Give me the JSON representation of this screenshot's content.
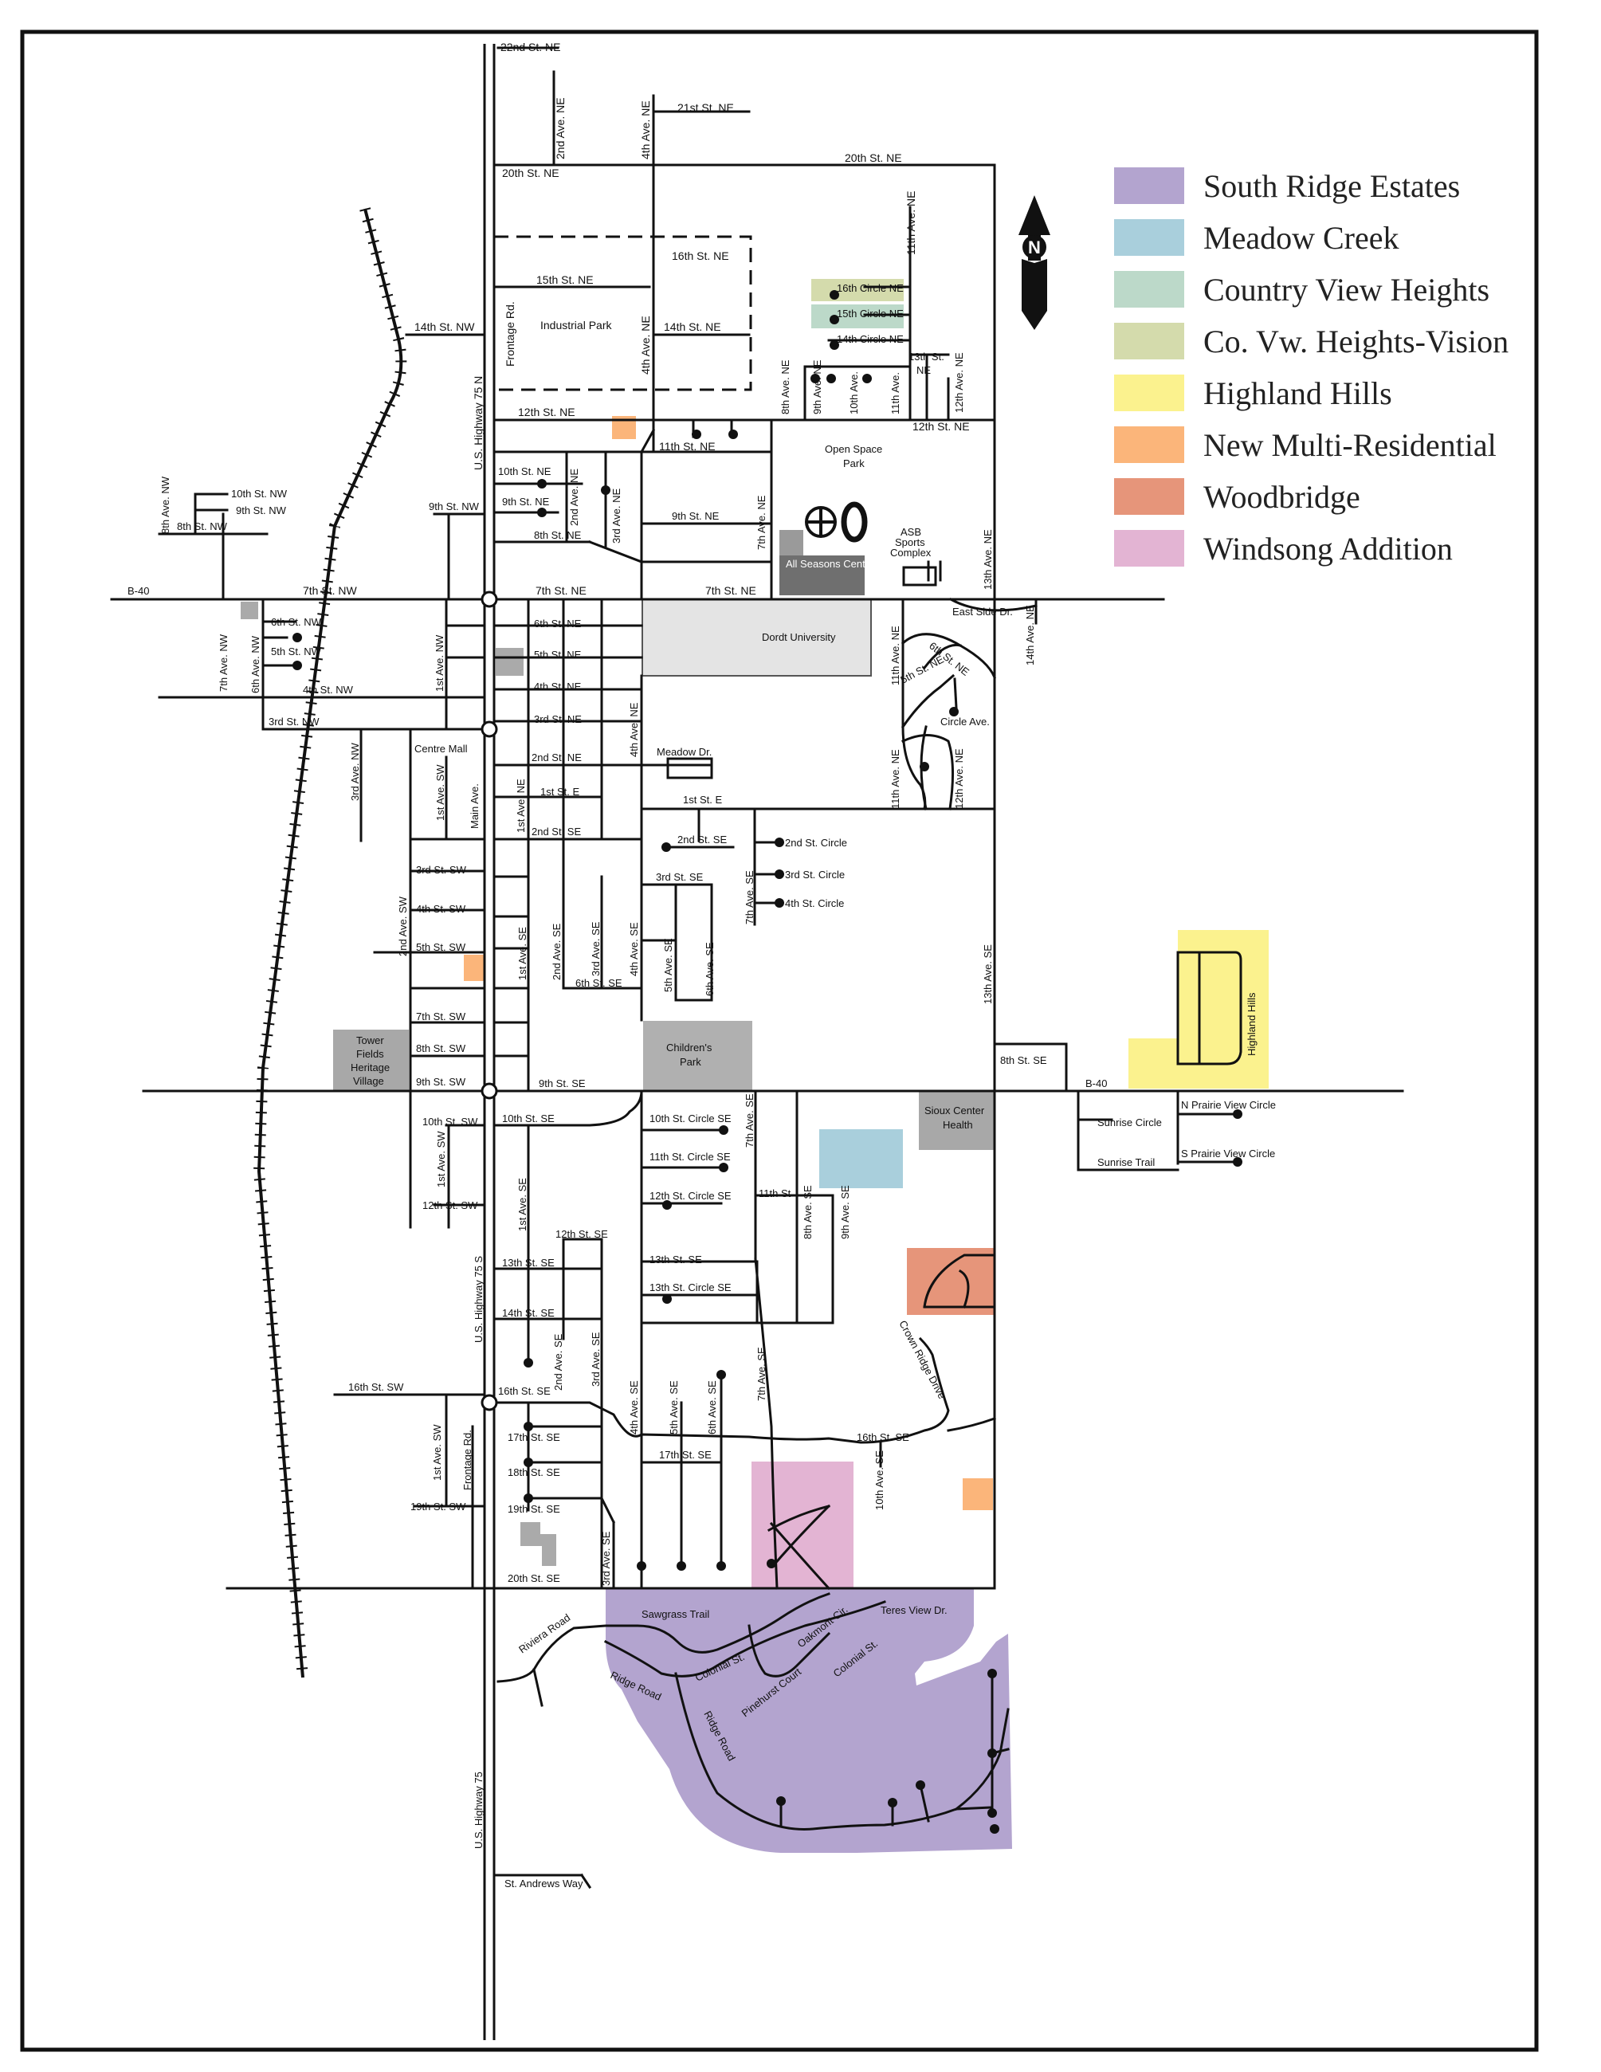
{
  "legend": [
    {
      "label": "South Ridge Estates",
      "color": "#b3a4cf"
    },
    {
      "label": "Meadow Creek",
      "color": "#a9cfdc"
    },
    {
      "label": "Country View Heights",
      "color": "#bcd9c9"
    },
    {
      "label": "Co. Vw. Heights-Vision",
      "color": "#d4dbac"
    },
    {
      "label": "Highland Hills",
      "color": "#fbf28e"
    },
    {
      "label": "New Multi-Residential",
      "color": "#fbb57a"
    },
    {
      "label": "Woodbridge",
      "color": "#e6957a"
    },
    {
      "label": "Windsong Addition",
      "color": "#e3b4d3"
    }
  ],
  "compass": "N",
  "labels": {
    "st22ne": "22nd St. NE",
    "st21ne": "21st St. NE",
    "st20ne": "20th St. NE",
    "st20ne_w": "20th St. NE",
    "ave2ne": "2nd Ave. NE",
    "ave4ne_n": "4th Ave. NE",
    "ave11ne_n": "11th Ave. NE",
    "st16ne": "16th St. NE",
    "st15ne": "15th St. NE",
    "st14nw": "14th St. NW",
    "st14ne": "14th St. NE",
    "frontage_n": "Frontage Rd.",
    "industrial": "Industrial Park",
    "ave4ne_ip": "4th Ave. NE",
    "c16ne": "16th Circle NE",
    "c15ne": "15th Circle NE",
    "c14ne": "14th Circle NE",
    "st13ne": "13th St.",
    "st13ne_b": "NE",
    "ave8ne": "8th Ave. NE",
    "ave9ne": "9th Ave. NE",
    "ave10ne": "10th Ave.",
    "ave11ne": "11th Ave.",
    "ave12ne": "12th Ave. NE",
    "st12ne": "12th St. NE",
    "st12ne_e": "12th St. NE",
    "st11ne": "11th St. NE",
    "hwy75n": "U.S. Highway 75 N",
    "st10nw": "10th St. NW",
    "st9nw": "9th St. NW",
    "st8nw": "8th St. NW",
    "ave8nw": "8th Ave. NW",
    "st9nw_b": "9th St. NW",
    "st10ne": "10th St. NE",
    "st9ne": "9th St. NE",
    "st8ne": "8th St. NE",
    "ave2ne_b": "2nd Ave. NE",
    "ave3ne": "3rd Ave. NE",
    "st9ne_b": "9th St. NE",
    "ave7ne": "7th Ave. NE",
    "openspace1": "Open Space",
    "openspace2": "Park",
    "allseasons": "All Seasons Center",
    "asb1": "ASB",
    "asb2": "Sports",
    "asb3": "Complex",
    "ave13ne": "13th Ave. NE",
    "b40w": "B-40",
    "st7nw": "7th St. NW",
    "st7ne": "7th St. NE",
    "st7ne_b": "7th St. NE",
    "eastside": "East Side Dr.",
    "ave14ne": "14th Ave. NE",
    "st6nw": "6th St. NW",
    "st5nw": "5th St. NW",
    "st4nw": "4th St. NW",
    "st3nw": "3rd St. NW",
    "ave7nw": "7th Ave. NW",
    "ave6nw": "6th Ave. NW",
    "ave1nw": "1st Ave. NW",
    "ave3nw": "3rd Ave. NW",
    "st6ne": "6th St. NE",
    "st5ne": "5th St. NE",
    "st4ne": "4th St. NE",
    "st3ne": "3rd St. NE",
    "st2ne": "2nd St. NE",
    "st1e_w": "1st St. E",
    "st2se_w": "2nd St. SE",
    "dordt": "Dordt University",
    "ave4ne_c": "4th Ave. NE",
    "meadowdr": "Meadow Dr.",
    "st1e": "1st St. E",
    "ave11ne_c": "11th Ave. NE",
    "st6ne_c": "6th St. NE",
    "st5ne_c": "5th St. NE",
    "circleave": "Circle Ave.",
    "ave11ne_s": "11th Ave. NE",
    "ave12ne_s": "12th Ave. NE",
    "centremall": "Centre Mall",
    "ave1sw": "1st Ave. SW",
    "mainave": "Main Ave.",
    "ave1ne": "1st Ave. NE",
    "st2se": "2nd St. SE",
    "c2nd": "2nd St. Circle",
    "c3rd": "3rd St. Circle",
    "c4th": "4th St. Circle",
    "st3sw": "3rd St. SW",
    "st4sw": "4th St. SW",
    "st5sw": "5th St. SW",
    "ave2sw": "2nd Ave. SW",
    "st3se": "3rd St. SE",
    "ave7se_n": "7th Ave. SE",
    "ave1se": "1st Ave. SE",
    "ave2se": "2nd Ave. SE",
    "ave3se": "3rd Ave. SE",
    "ave4se": "4th Ave. SE",
    "ave5se": "5th Ave. SE",
    "ave6se": "6th Ave. SE",
    "st6se": "6th St. SE",
    "ave13se": "13th Ave. SE",
    "st7sw": "7th St. SW",
    "st8sw": "8th St. SW",
    "st9sw": "9th St. SW",
    "st9se": "9th St. SE",
    "tower1": "Tower",
    "tower2": "Fields",
    "tower3": "Heritage",
    "tower4": "Village",
    "childrens1": "Children's",
    "childrens2": "Park",
    "st8se": "8th St. SE",
    "b40e": "B-40",
    "highland": "Highland Hills",
    "nprairie": "N Prairie View Circle",
    "sprairie": "S Prairie View Circle",
    "sunrisecircle": "Sunrise Circle",
    "sunrisetrail": "Sunrise Trail",
    "siouxcenter1": "Sioux Center",
    "siouxcenter2": "Health",
    "st10sw": "10th St. SW",
    "st10se": "10th St. SE",
    "c10se": "10th St. Circle SE",
    "ave7se_s": "7th Ave. SE",
    "c11se": "11th St. Circle SE",
    "st11se": "11th St",
    "c12se": "12th St. Circle SE",
    "ave8se": "8th Ave. SE",
    "ave9se": "9th Ave. SE",
    "ave1sw_s": "1st Ave. SW",
    "st12sw": "12th St. SW",
    "ave1se_s": "1st Ave. SE",
    "st12se": "12th St. SE",
    "st13se": "13th St. SE",
    "c13se": "13th St. Circle SE",
    "st13se_w": "13th St. SE",
    "hwy75s": "U.S. Highway 75 S",
    "st14se": "14th St. SE",
    "crownridge": "Crown Ridge Drive",
    "st16sw": "16th St. SW",
    "st16se": "16th St. SE",
    "st16se_e": "16th St. SE",
    "ave2se_s": "2nd Ave. SE",
    "ave3se_s": "3rd Ave. SE",
    "ave4se_s": "4th Ave. SE",
    "ave5se_s": "5th Ave. SE",
    "ave6se_s": "6th Ave. SE",
    "ave7se_ss": "7th Ave. SE",
    "st17se": "17th St. SE",
    "st17se_b": "17th St. SE",
    "st18se": "18th St. SE",
    "st19se": "19th St. SE",
    "st19sw": "19th St. SW",
    "ave1sw_ss": "1st Ave. SW",
    "frontage_s": "Frontage Rd.",
    "ave10se": "10th Ave. SE",
    "st20se": "20th St. SE",
    "ave3se_ss": "3rd Ave. SE",
    "riviera": "Riviera Road",
    "sawgrass": "Sawgrass Trail",
    "ridgeroad": "Ridge Road",
    "colonial": "Colonial St.",
    "pinehurst": "Pinehurst Court",
    "oakmont": "Oakmont Cir.",
    "colonial2": "Colonial St.",
    "teresview": "Teres View Dr.",
    "ridgeroad2": "Ridge Road",
    "hwy75": "U.S. Highway 75",
    "standrews": "St. Andrews Way"
  }
}
